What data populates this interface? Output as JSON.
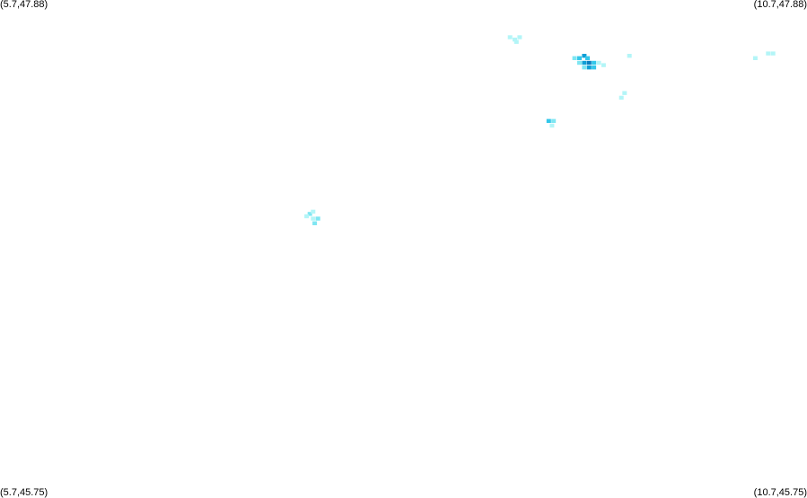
{
  "corner_labels": {
    "top_left": "(5.7,47.88)",
    "top_right": "(10.7,47.88)",
    "bottom_left": "(5.7,45.75)",
    "bottom_right": "(10.7,45.75)"
  },
  "extent": {
    "lon_min": 5.7,
    "lon_max": 10.7,
    "lat_min": 45.75,
    "lat_max": 47.88
  },
  "colors": {
    "background": "#ffffff",
    "level_1": "#b3f5f7",
    "level_2": "#7fe6f2",
    "level_3": "#33c7ea",
    "level_4": "#0f9fd6",
    "level_5": "#0a7fc0"
  },
  "chart_data": {
    "type": "heatmap",
    "cell_size_deg": 0.028,
    "points": [
      {
        "lon": 8.86,
        "lat": 47.72,
        "level": 1
      },
      {
        "lon": 8.89,
        "lat": 47.71,
        "level": 1
      },
      {
        "lon": 8.92,
        "lat": 47.72,
        "level": 1
      },
      {
        "lon": 8.9,
        "lat": 47.7,
        "level": 1
      },
      {
        "lon": 9.26,
        "lat": 47.63,
        "level": 2
      },
      {
        "lon": 9.29,
        "lat": 47.63,
        "level": 3
      },
      {
        "lon": 9.32,
        "lat": 47.64,
        "level": 4
      },
      {
        "lon": 9.34,
        "lat": 47.63,
        "level": 3
      },
      {
        "lon": 9.29,
        "lat": 47.61,
        "level": 2
      },
      {
        "lon": 9.32,
        "lat": 47.61,
        "level": 4
      },
      {
        "lon": 9.35,
        "lat": 47.61,
        "level": 5
      },
      {
        "lon": 9.38,
        "lat": 47.61,
        "level": 3
      },
      {
        "lon": 9.41,
        "lat": 47.61,
        "level": 1
      },
      {
        "lon": 9.35,
        "lat": 47.59,
        "level": 4
      },
      {
        "lon": 9.38,
        "lat": 47.59,
        "level": 3
      },
      {
        "lon": 9.32,
        "lat": 47.59,
        "level": 2
      },
      {
        "lon": 9.44,
        "lat": 47.6,
        "level": 1
      },
      {
        "lon": 9.6,
        "lat": 47.64,
        "level": 1
      },
      {
        "lon": 10.38,
        "lat": 47.63,
        "level": 1
      },
      {
        "lon": 10.46,
        "lat": 47.65,
        "level": 1
      },
      {
        "lon": 10.49,
        "lat": 47.65,
        "level": 1
      },
      {
        "lon": 9.55,
        "lat": 47.46,
        "level": 1
      },
      {
        "lon": 9.57,
        "lat": 47.48,
        "level": 1
      },
      {
        "lon": 9.1,
        "lat": 47.36,
        "level": 3
      },
      {
        "lon": 9.13,
        "lat": 47.36,
        "level": 2
      },
      {
        "lon": 9.12,
        "lat": 47.34,
        "level": 1
      },
      {
        "lon": 7.62,
        "lat": 46.96,
        "level": 2
      },
      {
        "lon": 7.64,
        "lat": 46.97,
        "level": 1
      },
      {
        "lon": 7.6,
        "lat": 46.95,
        "level": 1
      },
      {
        "lon": 7.64,
        "lat": 46.94,
        "level": 1
      },
      {
        "lon": 7.67,
        "lat": 46.94,
        "level": 2
      },
      {
        "lon": 7.65,
        "lat": 46.92,
        "level": 2
      }
    ]
  }
}
